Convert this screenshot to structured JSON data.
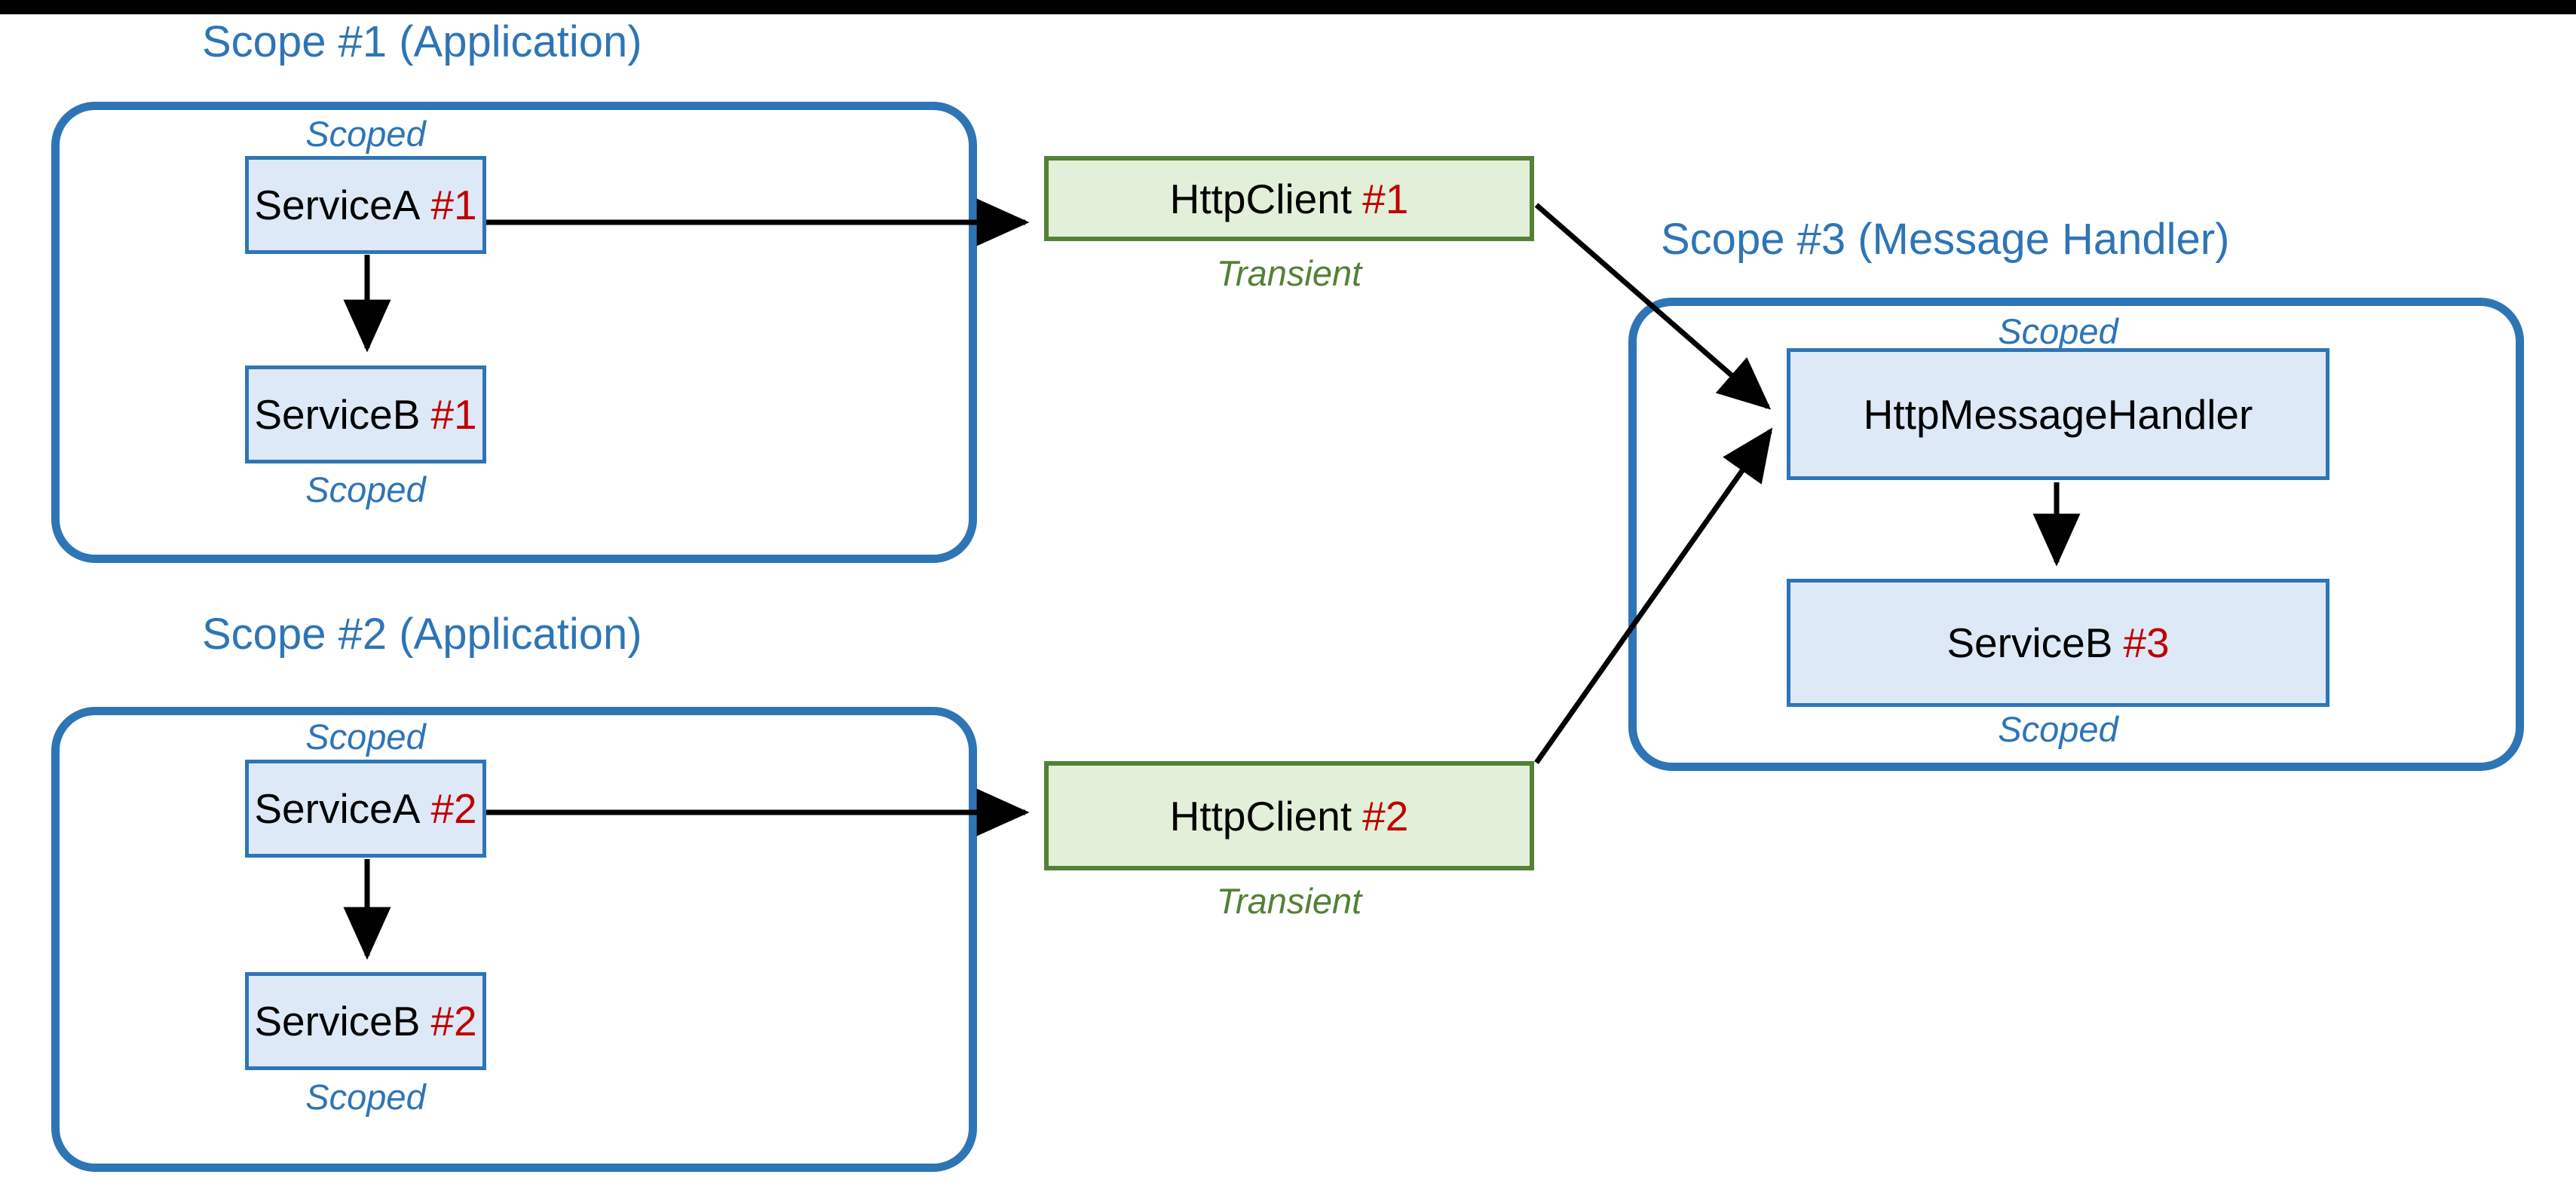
{
  "diagram": {
    "title_color": "#2e75b6",
    "accent_blue": "#2e75b6",
    "node_blue_fill": "#dde9f6",
    "accent_green": "#538135",
    "node_green_fill": "#e2efd9",
    "hash_red": "#c00000",
    "scopes": [
      {
        "id": "scope1",
        "title": "Scope #1 (Application)"
      },
      {
        "id": "scope2",
        "title": "Scope #2 (Application)"
      },
      {
        "id": "scope3",
        "title": "Scope #3 (Message Handler)"
      }
    ],
    "nodes": [
      {
        "id": "serviceA1",
        "name": "ServiceA",
        "hash": "#1",
        "lifetime": "Scoped",
        "kind": "blue"
      },
      {
        "id": "serviceB1",
        "name": "ServiceB",
        "hash": "#1",
        "lifetime": "Scoped",
        "kind": "blue"
      },
      {
        "id": "httpClient1",
        "name": "HttpClient",
        "hash": "#1",
        "lifetime": "Transient",
        "kind": "green"
      },
      {
        "id": "serviceA2",
        "name": "ServiceA",
        "hash": "#2",
        "lifetime": "Scoped",
        "kind": "blue"
      },
      {
        "id": "serviceB2",
        "name": "ServiceB",
        "hash": "#2",
        "lifetime": "Scoped",
        "kind": "blue"
      },
      {
        "id": "httpClient2",
        "name": "HttpClient",
        "hash": "#2",
        "lifetime": "Transient",
        "kind": "green"
      },
      {
        "id": "httpMessageHandler",
        "name": "HttpMessageHandler",
        "hash": "",
        "lifetime": "Scoped",
        "kind": "blue"
      },
      {
        "id": "serviceB3",
        "name": "ServiceB",
        "hash": "#3",
        "lifetime": "Scoped",
        "kind": "blue"
      }
    ],
    "edges": [
      {
        "from": "serviceA1",
        "to": "httpClient1"
      },
      {
        "from": "serviceA1",
        "to": "serviceB1"
      },
      {
        "from": "httpClient1",
        "to": "httpMessageHandler"
      },
      {
        "from": "serviceA2",
        "to": "httpClient2"
      },
      {
        "from": "serviceA2",
        "to": "serviceB2"
      },
      {
        "from": "httpClient2",
        "to": "httpMessageHandler"
      },
      {
        "from": "httpMessageHandler",
        "to": "serviceB3"
      }
    ]
  }
}
